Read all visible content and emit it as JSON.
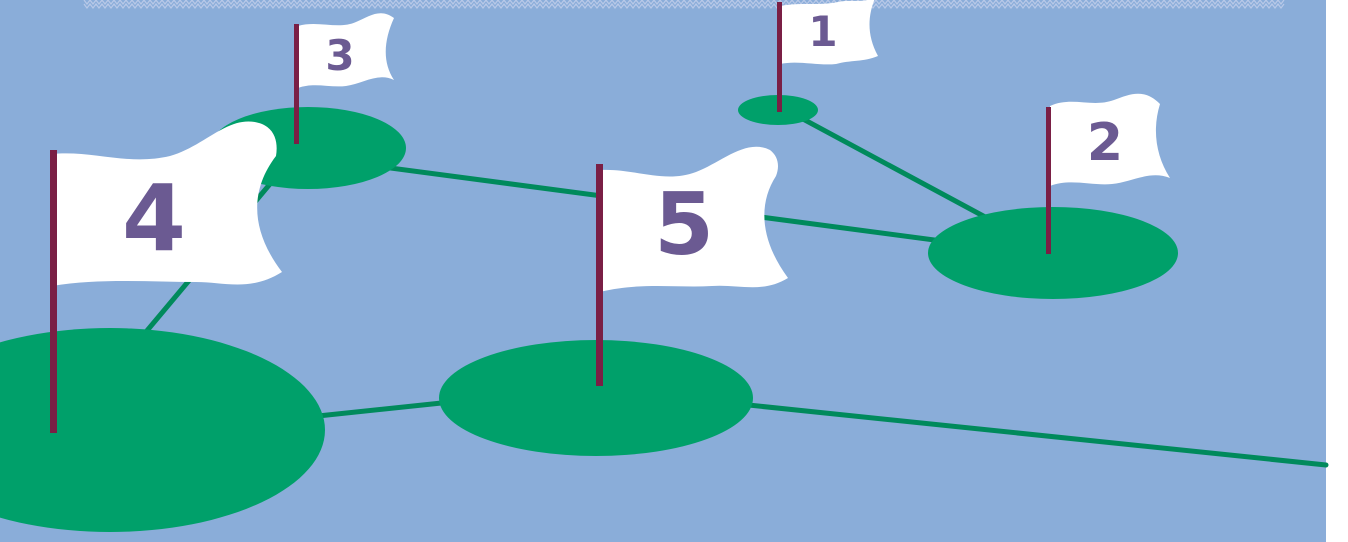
{
  "colors": {
    "sky": "#8AADD9",
    "border_right": "#FFFFFF",
    "green": "#00A06A",
    "path_line": "#008A5C",
    "flag_cloth": "#FFFFFF",
    "flag_pole": "#7A1F45",
    "number_text": "#6B5A92",
    "zigzag": "#B9C9E8"
  },
  "flags": [
    {
      "label": "1"
    },
    {
      "label": "2"
    },
    {
      "label": "3"
    },
    {
      "label": "4"
    },
    {
      "label": "5"
    }
  ]
}
